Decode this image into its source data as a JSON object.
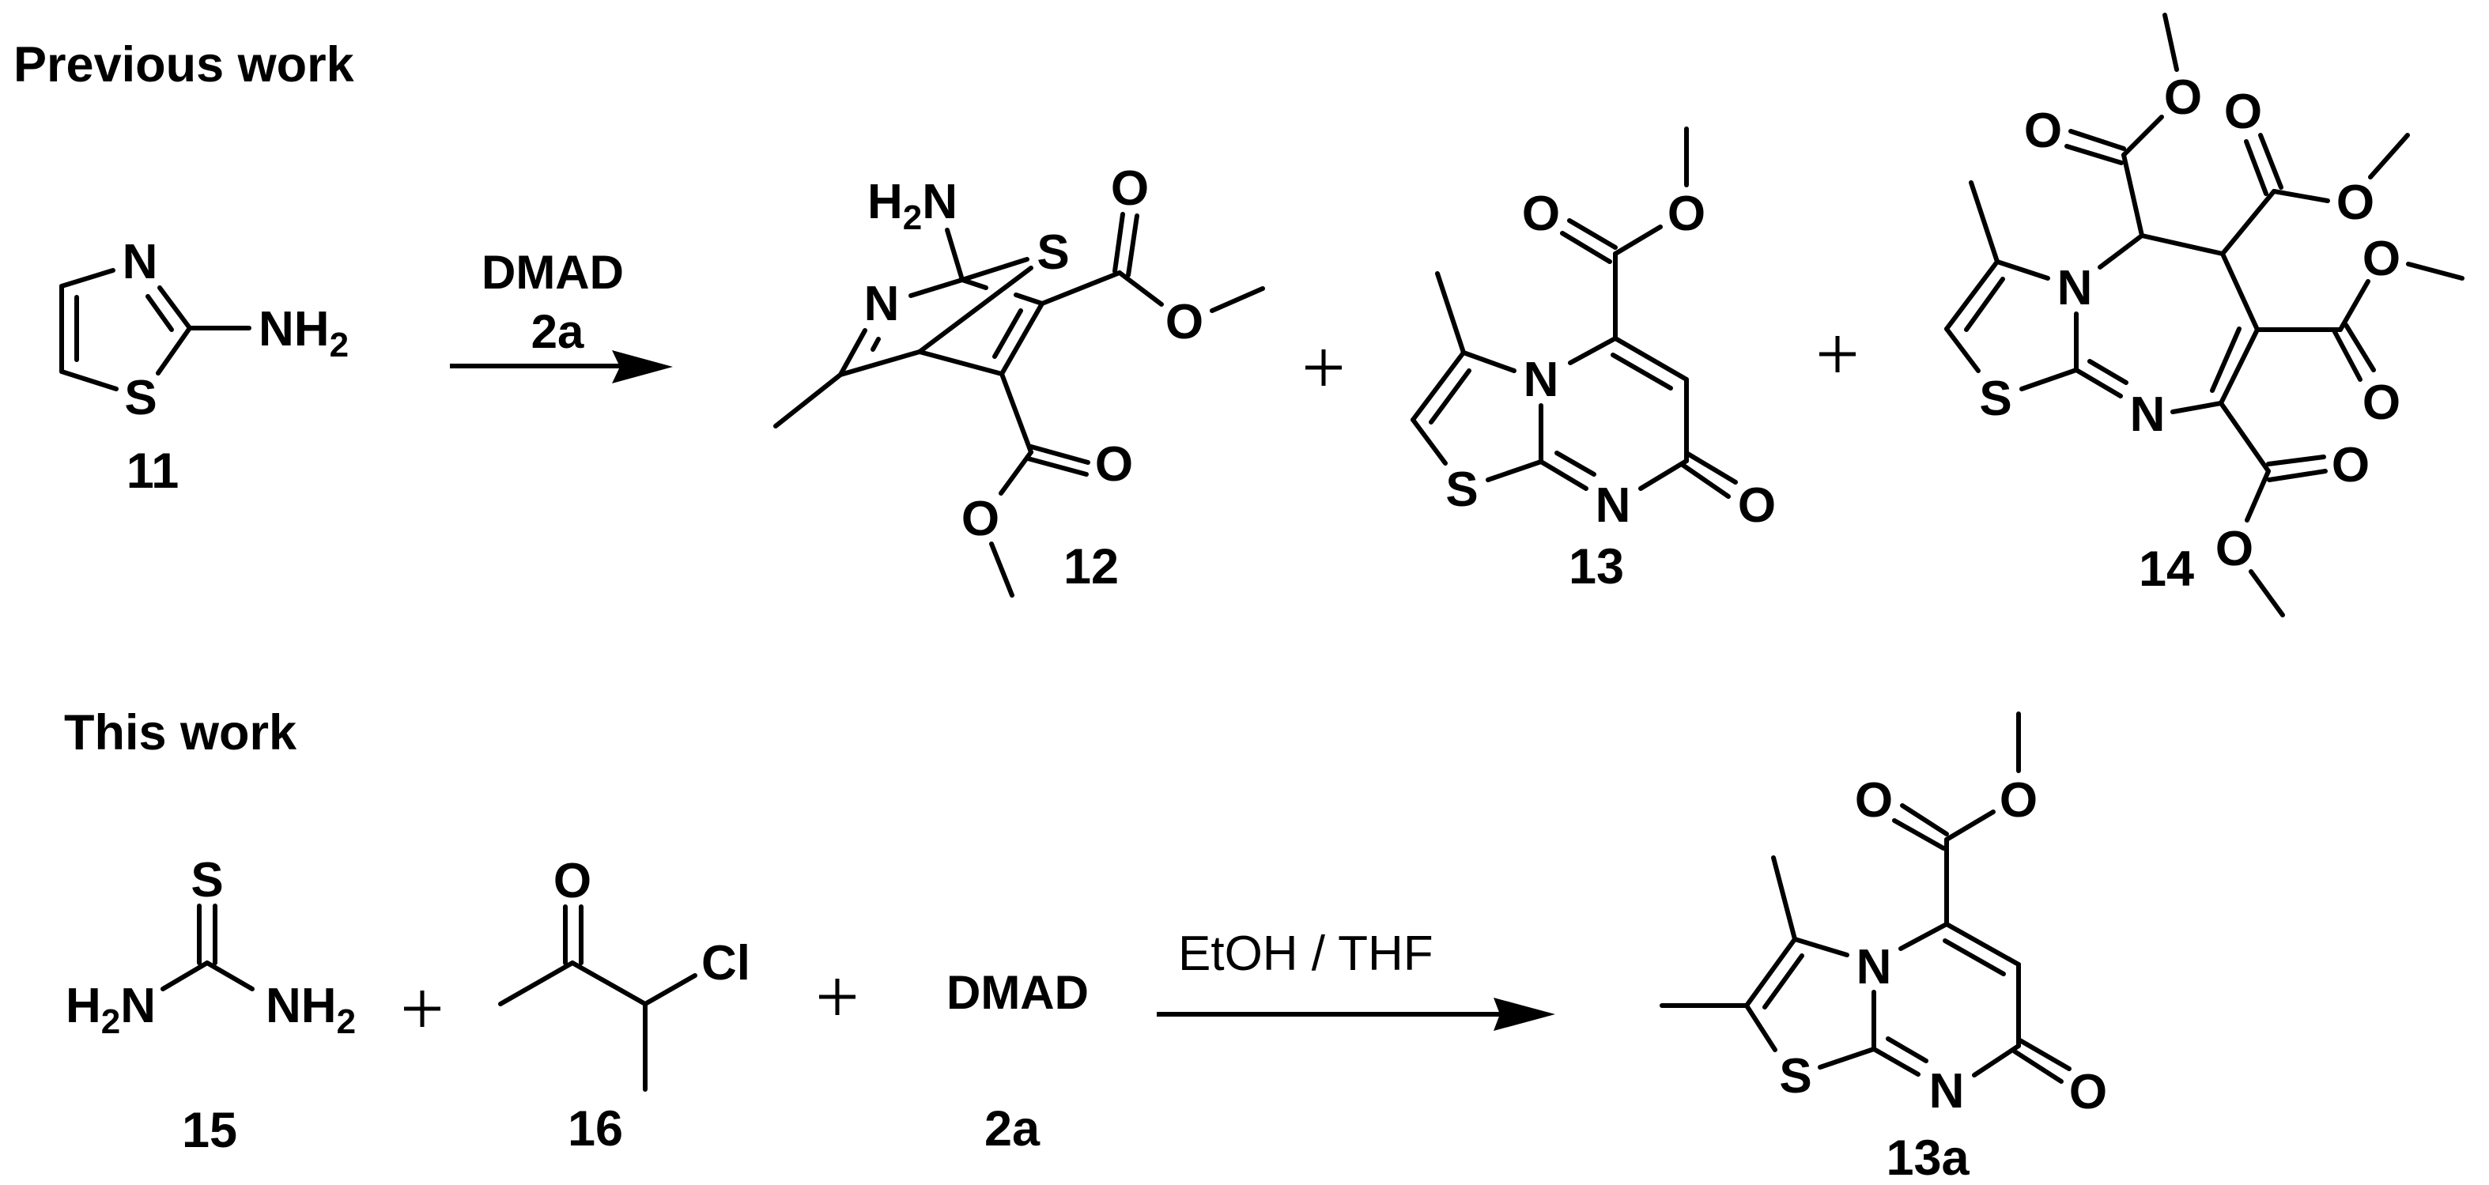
{
  "sections": {
    "previous": {
      "title": "Previous work"
    },
    "this": {
      "title": "This work"
    }
  },
  "reactions": {
    "previous": {
      "reagent_line1": "DMAD",
      "reagent_line2": "2a"
    },
    "this": {
      "conditions": "EtOH / THF"
    }
  },
  "compounds": {
    "c11": {
      "label": "11",
      "atoms": {
        "N": "N",
        "S": "S",
        "NH": "NH",
        "H2sub": "2"
      }
    },
    "c12": {
      "label": "12",
      "atoms": {
        "H": "H",
        "H2sub": "2",
        "Nam": "N",
        "S": "S",
        "N": "N",
        "O1": "O",
        "O2": "O",
        "O3": "O",
        "O4": "O"
      }
    },
    "c13": {
      "label": "13",
      "atoms": {
        "N4": "N",
        "N8": "N",
        "S": "S",
        "O1": "O",
        "O2": "O",
        "O3": "O"
      }
    },
    "c14": {
      "label": "14",
      "atoms": {
        "N4": "N",
        "N9": "N",
        "S": "S",
        "O1": "O",
        "O2": "O",
        "O3": "O",
        "O4": "O",
        "O5": "O",
        "O6": "O",
        "O7": "O",
        "O8": "O"
      }
    },
    "c15": {
      "label": "15",
      "atoms": {
        "S": "S",
        "HL": "H",
        "H2subL": "2",
        "NL": "N",
        "NR": "NH",
        "H2subR": "2"
      }
    },
    "c16": {
      "label": "16",
      "atoms": {
        "O": "O",
        "Cl": "Cl"
      }
    },
    "c2a": {
      "name": "DMAD",
      "label": "2a"
    },
    "c13a": {
      "label": "13a",
      "atoms": {
        "N4": "N",
        "N8": "N",
        "S": "S",
        "O1": "O",
        "O2": "O",
        "O3": "O"
      }
    }
  },
  "operators": {
    "plus": "+"
  },
  "colors": {
    "ink": "#000000",
    "background": "#ffffff"
  }
}
